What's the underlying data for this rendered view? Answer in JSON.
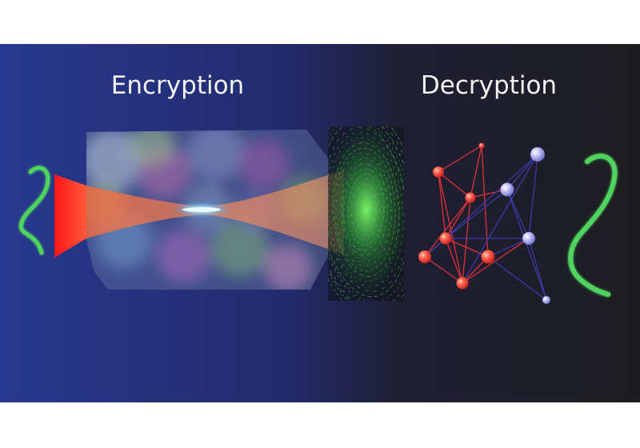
{
  "titles": {
    "left": "Encryption",
    "right": "Decryption"
  },
  "colors": {
    "background_left": "#27398f",
    "background_mid": "#1e2250",
    "background_right": "#1e1e22",
    "laser_red": "#ff1e1e",
    "beam_orange": "#ff7a3c",
    "plaintext_glyph": "#4fd45f",
    "node_red": "#ff5a4a",
    "node_blue": "#b4b4f0",
    "edge_red": "#e0303a",
    "edge_blue": "#3a3aa8",
    "speckle_green": "#3fbf3f",
    "focus_cyan": "#6fd8ff"
  },
  "icons": {
    "input_symbol": "squiggle-2-icon",
    "output_symbol": "squiggle-2-icon",
    "laser_source": "laser-cone-icon",
    "scattering_medium": "scattering-crystal-icon",
    "speckle": "speckle-pattern-icon",
    "decoder": "neural-network-icon"
  },
  "network": {
    "nodes": [
      {
        "id": "r1",
        "kind": "red"
      },
      {
        "id": "r2",
        "kind": "red"
      },
      {
        "id": "r3",
        "kind": "red"
      },
      {
        "id": "r4",
        "kind": "red"
      },
      {
        "id": "r5",
        "kind": "red"
      },
      {
        "id": "r6",
        "kind": "red"
      },
      {
        "id": "r7",
        "kind": "red"
      },
      {
        "id": "b1",
        "kind": "blue"
      },
      {
        "id": "b2",
        "kind": "blue"
      },
      {
        "id": "b3",
        "kind": "blue"
      },
      {
        "id": "b4",
        "kind": "blue"
      }
    ],
    "edges": [
      {
        "from": "r1",
        "to": "r2",
        "kind": "red"
      },
      {
        "from": "r1",
        "to": "r3",
        "kind": "red"
      },
      {
        "from": "r1",
        "to": "r6",
        "kind": "red"
      },
      {
        "from": "r2",
        "to": "r3",
        "kind": "red"
      },
      {
        "from": "r2",
        "to": "r5",
        "kind": "red"
      },
      {
        "from": "r2",
        "to": "r7",
        "kind": "red"
      },
      {
        "from": "r3",
        "to": "r4",
        "kind": "red"
      },
      {
        "from": "r3",
        "to": "r5",
        "kind": "red"
      },
      {
        "from": "r4",
        "to": "r5",
        "kind": "red"
      },
      {
        "from": "r5",
        "to": "r6",
        "kind": "red"
      },
      {
        "from": "r5",
        "to": "r7",
        "kind": "red"
      },
      {
        "from": "r6",
        "to": "r7",
        "kind": "red"
      },
      {
        "from": "r7",
        "to": "r4",
        "kind": "red"
      },
      {
        "from": "r7",
        "to": "r3",
        "kind": "red"
      },
      {
        "from": "r7",
        "to": "b3",
        "kind": "red"
      },
      {
        "from": "r3",
        "to": "b2",
        "kind": "red"
      },
      {
        "from": "r4",
        "to": "b1",
        "kind": "blue"
      },
      {
        "from": "r7",
        "to": "b1",
        "kind": "blue"
      },
      {
        "from": "r5",
        "to": "b2",
        "kind": "blue"
      },
      {
        "from": "r5",
        "to": "b3",
        "kind": "blue"
      },
      {
        "from": "r6",
        "to": "b3",
        "kind": "blue"
      },
      {
        "from": "r6",
        "to": "b4",
        "kind": "blue"
      },
      {
        "from": "b1",
        "to": "b2",
        "kind": "blue"
      },
      {
        "from": "b1",
        "to": "b3",
        "kind": "blue"
      },
      {
        "from": "b2",
        "to": "b3",
        "kind": "blue"
      },
      {
        "from": "b3",
        "to": "b4",
        "kind": "blue"
      },
      {
        "from": "b2",
        "to": "b4",
        "kind": "blue"
      }
    ]
  }
}
